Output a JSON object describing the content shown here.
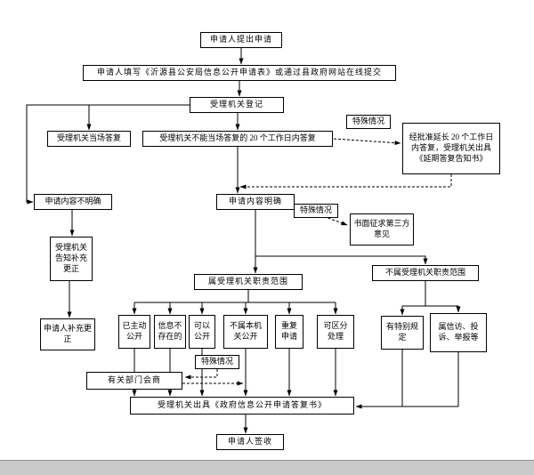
{
  "page": {
    "background_color": "#ffffff",
    "line_color": "#000000",
    "bottom_bar_color": "#c9c9c9"
  },
  "nodes": {
    "n1": {
      "label": "申请人提出申请"
    },
    "n2": {
      "label": "申请人填写《沂源县公安局信息公开申请表》或通过县政府网站在线提交"
    },
    "n3": {
      "label": "受理机关登记"
    },
    "n4": {
      "label": "受理机关当场答复"
    },
    "n5": {
      "label": "受理机关不能当场答复的 20 个工作日内答复"
    },
    "n6": {
      "label": "特殊情况"
    },
    "n7": {
      "label": "经批准延长 20 个工作日内答复，受理机关出具《延期答复告知书》"
    },
    "n8": {
      "label": "申请内容不明确"
    },
    "n9": {
      "label": "申请内容明确"
    },
    "n10": {
      "label": "特殊情况"
    },
    "n11": {
      "label": "书面征求第三方意见"
    },
    "n12": {
      "label": "受理机关告知补充更正"
    },
    "n13": {
      "label": "属受理机关职责范围"
    },
    "n14": {
      "label": "不属受理机关职责范围"
    },
    "n15": {
      "label": "申请人补充更正"
    },
    "n16": {
      "label": "已主动公开"
    },
    "n17": {
      "label": "信息不存在的"
    },
    "n18": {
      "label": "可以公开"
    },
    "n19": {
      "label": "不属本机关公开"
    },
    "n20": {
      "label": "重复申请"
    },
    "n21": {
      "label": "可区分处理"
    },
    "n22": {
      "label": "有特别规定"
    },
    "n23": {
      "label": "属信访、投诉、举报等"
    },
    "n24": {
      "label": "特殊情况"
    },
    "n25": {
      "label": "有关部门会商"
    },
    "n26": {
      "label": "受理机关出具《政府信息公开申请答复书》"
    },
    "n27": {
      "label": "申请人签收"
    }
  },
  "edges": [
    {
      "from": "n1",
      "to": "n2",
      "style": "solid"
    },
    {
      "from": "n2",
      "to": "n3",
      "style": "solid"
    },
    {
      "from": "n3",
      "to": "n4",
      "style": "solid"
    },
    {
      "from": "n3",
      "to": "n5",
      "style": "solid"
    },
    {
      "from": "n3",
      "to": "n8",
      "style": "solid"
    },
    {
      "from": "n5",
      "to": "n9",
      "style": "solid"
    },
    {
      "from": "n5",
      "to": "n7",
      "style": "dashed",
      "via": "n6"
    },
    {
      "from": "n7",
      "to": "n9",
      "style": "dashed"
    },
    {
      "from": "n8",
      "to": "n12",
      "style": "solid"
    },
    {
      "from": "n12",
      "to": "n15",
      "style": "solid"
    },
    {
      "from": "n9",
      "to": "n13",
      "style": "solid"
    },
    {
      "from": "n9",
      "to": "n14",
      "style": "solid"
    },
    {
      "from": "n9",
      "to": "n11",
      "style": "dashed",
      "via": "n10"
    },
    {
      "from": "n13",
      "to": "n16",
      "style": "solid"
    },
    {
      "from": "n13",
      "to": "n17",
      "style": "solid"
    },
    {
      "from": "n13",
      "to": "n18",
      "style": "solid"
    },
    {
      "from": "n13",
      "to": "n19",
      "style": "solid"
    },
    {
      "from": "n13",
      "to": "n20",
      "style": "solid"
    },
    {
      "from": "n13",
      "to": "n21",
      "style": "solid"
    },
    {
      "from": "n14",
      "to": "n22",
      "style": "solid"
    },
    {
      "from": "n14",
      "to": "n23",
      "style": "solid"
    },
    {
      "from": "n16",
      "to": "n26",
      "style": "solid"
    },
    {
      "from": "n17",
      "to": "n26",
      "style": "solid"
    },
    {
      "from": "n18",
      "to": "n26",
      "style": "solid"
    },
    {
      "from": "n19",
      "to": "n26",
      "style": "solid"
    },
    {
      "from": "n20",
      "to": "n26",
      "style": "solid"
    },
    {
      "from": "n21",
      "to": "n26",
      "style": "solid"
    },
    {
      "from": "n22",
      "to": "n26",
      "style": "solid"
    },
    {
      "from": "n23",
      "to": "n26",
      "style": "solid"
    },
    {
      "from": "n24",
      "to": "n25",
      "style": "dashed"
    },
    {
      "from": "n25",
      "to": "n26",
      "style": "dashed"
    },
    {
      "from": "n26",
      "to": "n27",
      "style": "solid"
    }
  ]
}
